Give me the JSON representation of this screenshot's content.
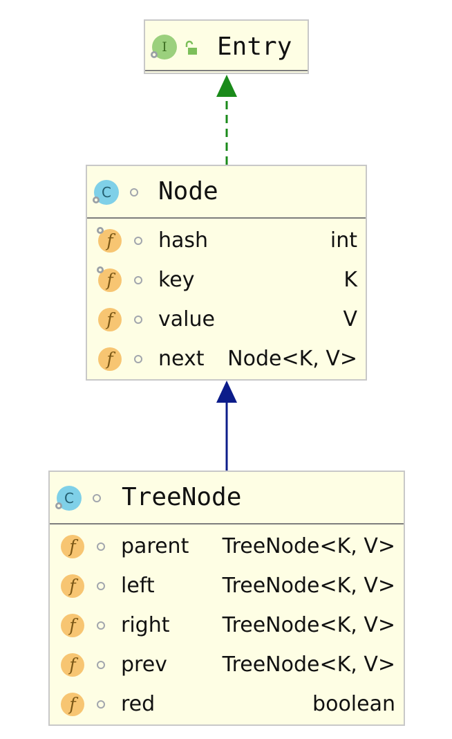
{
  "entry": {
    "title": "Entry",
    "icon": "interface-icon",
    "visibility": "public-lock-icon"
  },
  "node": {
    "title": "Node",
    "icon": "class-icon",
    "fields": [
      {
        "name": "hash",
        "type": "int",
        "final": true
      },
      {
        "name": "key",
        "type": "K",
        "final": true
      },
      {
        "name": "value",
        "type": "V",
        "final": false
      },
      {
        "name": "next",
        "type": "Node<K, V>",
        "final": false
      }
    ]
  },
  "treenode": {
    "title": "TreeNode",
    "icon": "class-icon",
    "fields": [
      {
        "name": "parent",
        "type": "TreeNode<K, V>"
      },
      {
        "name": "left",
        "type": "TreeNode<K, V>"
      },
      {
        "name": "right",
        "type": "TreeNode<K, V>"
      },
      {
        "name": "prev",
        "type": "TreeNode<K, V>"
      },
      {
        "name": "red",
        "type": "boolean"
      }
    ]
  },
  "relations": [
    {
      "from": "Node",
      "to": "Entry",
      "kind": "implements",
      "color": "#1a8a1a"
    },
    {
      "from": "TreeNode",
      "to": "Node",
      "kind": "extends",
      "color": "#0c1c8a"
    }
  ],
  "icons": {
    "field": "f",
    "class": "C",
    "interface": "I"
  }
}
